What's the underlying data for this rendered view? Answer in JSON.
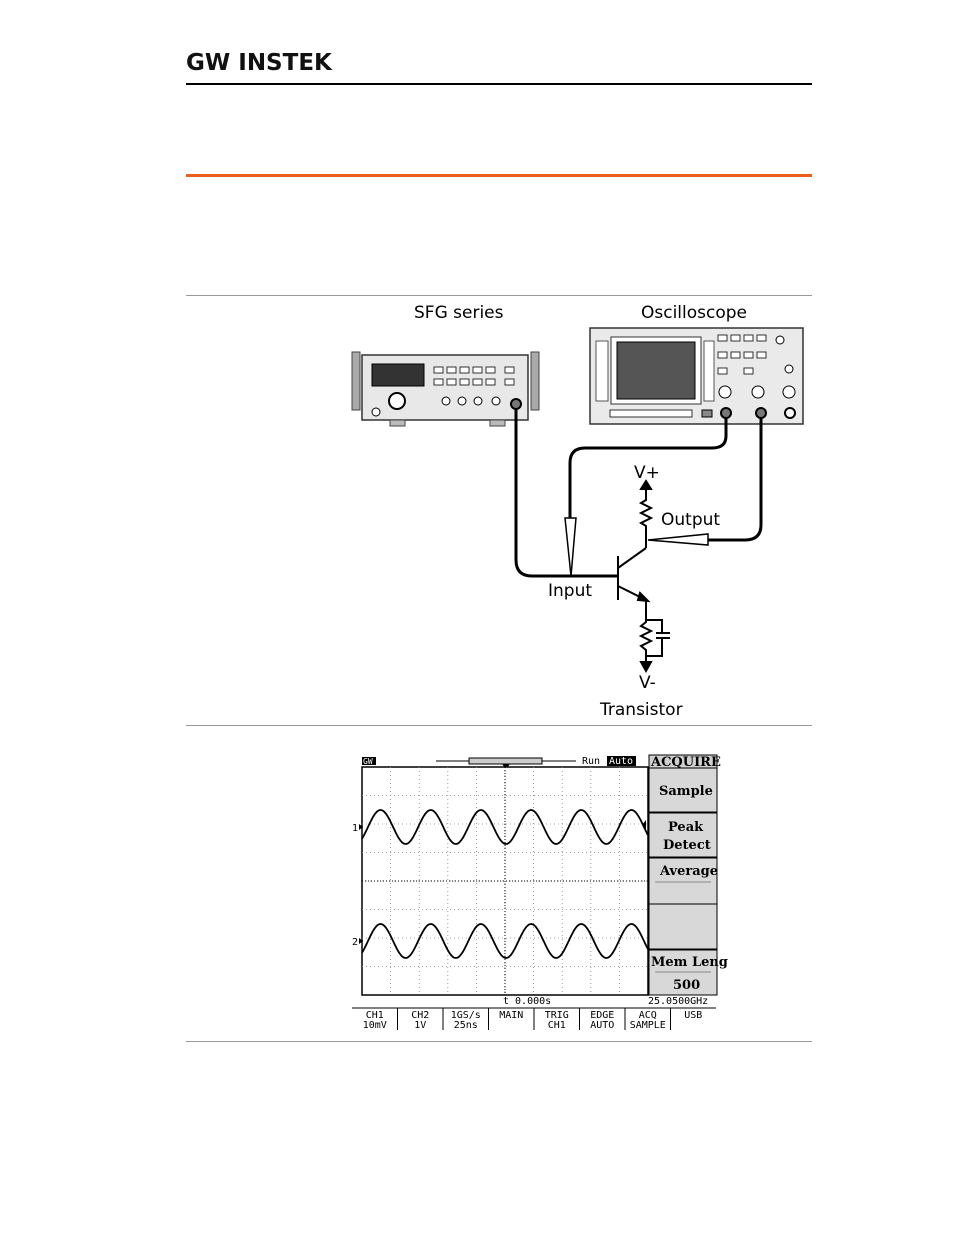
{
  "header": {
    "logo_text": "GW INSTEK"
  },
  "diagram": {
    "generator_label": "SFG series",
    "oscilloscope_label": "Oscilloscope",
    "vplus_label": "V+",
    "vminus_label": "V-",
    "output_label": "Output",
    "input_label": "Input",
    "transistor_label": "Transistor"
  },
  "scope": {
    "top_left_tag": "GW",
    "run_status": "Run",
    "mode_badge": "Auto",
    "ch1_marker": "1",
    "ch2_marker": "2",
    "time_offset": "t 0.000s",
    "trigger_freq": "25.0500GHz",
    "menu": {
      "title": "ACQUIRE",
      "items": [
        "Sample",
        "Peak",
        "Detect",
        "Average",
        "Mem Leng",
        "500"
      ]
    },
    "status_bar": [
      {
        "top": "CH1",
        "bottom": "10mV"
      },
      {
        "top": "CH2",
        "bottom": "1V"
      },
      {
        "top": "1GS/s",
        "bottom": "25ns"
      },
      {
        "top": "MAIN",
        "bottom": ""
      },
      {
        "top": "TRIG",
        "bottom": "CH1"
      },
      {
        "top": "EDGE",
        "bottom": "AUTO"
      },
      {
        "top": "ACQ",
        "bottom": "SAMPLE"
      },
      {
        "top": "USB",
        "bottom": ""
      }
    ]
  },
  "colors": {
    "accent_rule": "#e8601c",
    "rule": "#999999"
  }
}
